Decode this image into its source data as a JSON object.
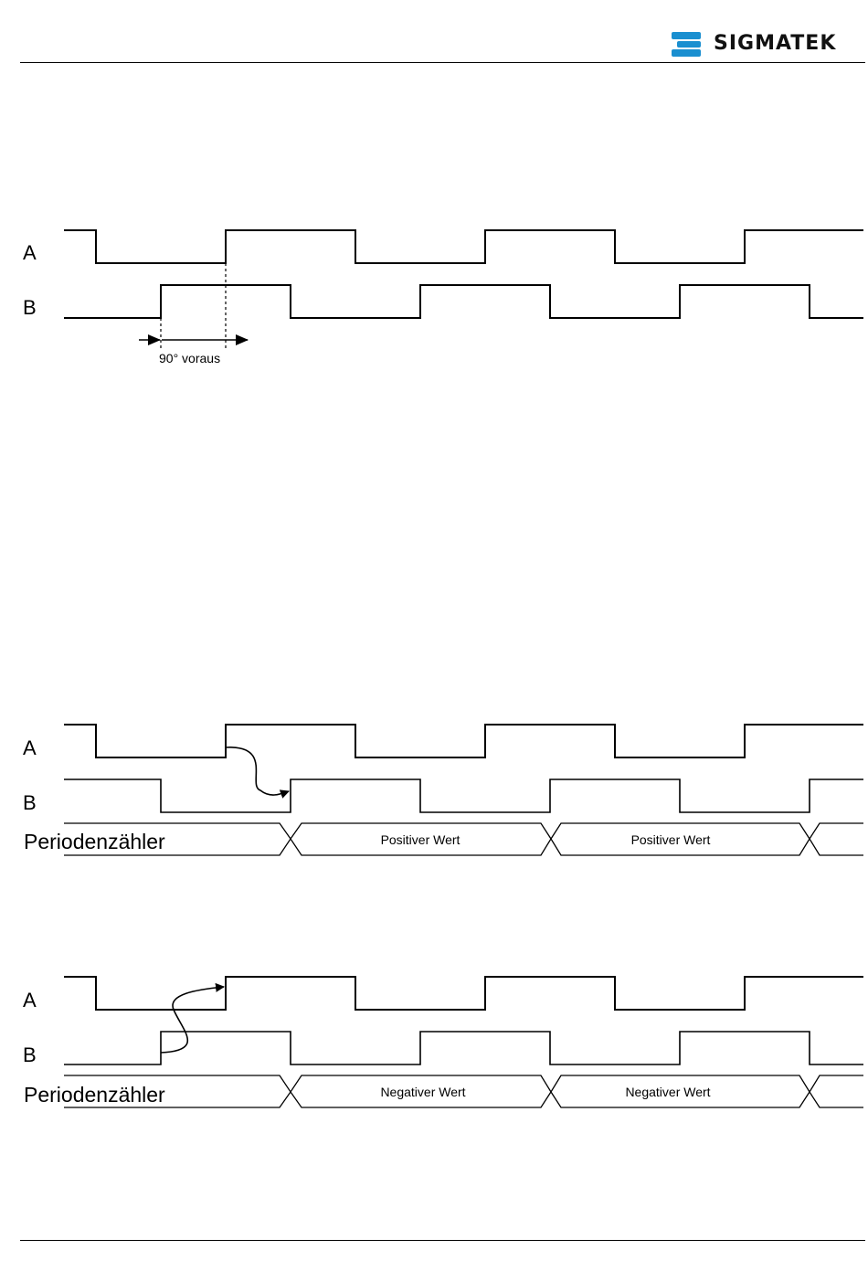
{
  "header": {
    "brand": "SIGMATEK",
    "brand_color": "#1a8fd0"
  },
  "diagram1": {
    "signal_a": "A",
    "signal_b": "B",
    "phase_note": "90° voraus"
  },
  "diagram2": {
    "signal_a": "A",
    "signal_b": "B",
    "counter_label": "Periodenzähler",
    "segments": [
      "Positiver Wert",
      "Positiver Wert"
    ]
  },
  "diagram3": {
    "signal_a": "A",
    "signal_b": "B",
    "counter_label": "Periodenzähler",
    "segments": [
      "Negativer Wert",
      "Negativer Wert"
    ]
  }
}
